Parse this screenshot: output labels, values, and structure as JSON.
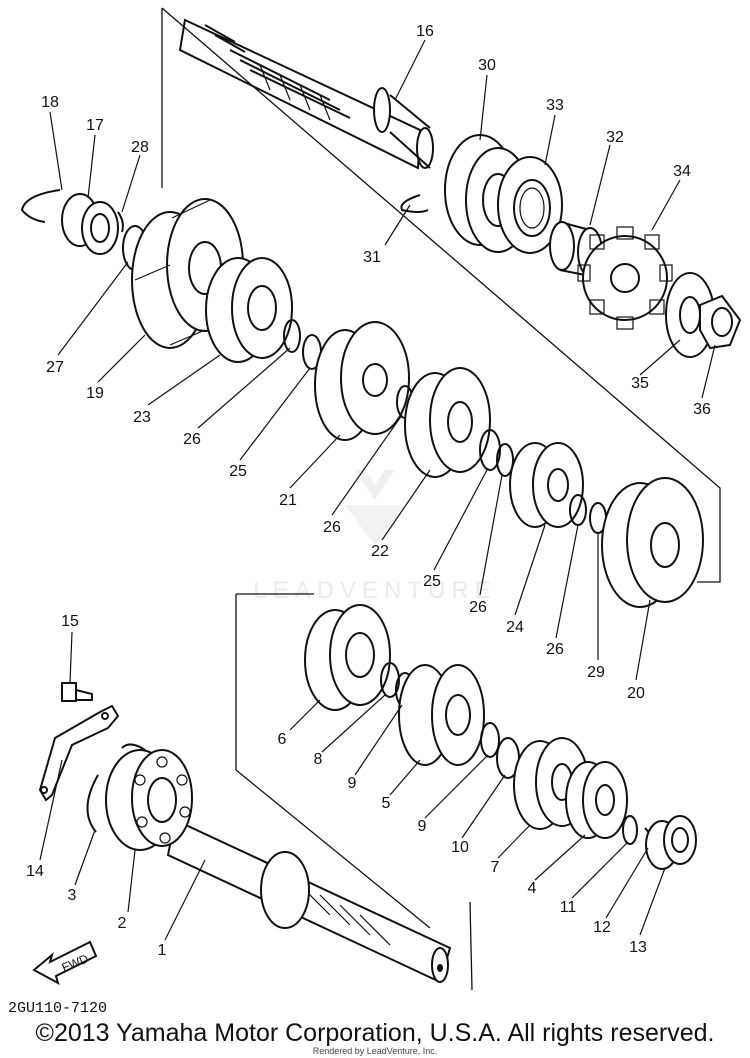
{
  "diagram": {
    "parts": [
      {
        "id": "part-1",
        "label": "1"
      },
      {
        "id": "part-2",
        "label": "2"
      },
      {
        "id": "part-3",
        "label": "3"
      },
      {
        "id": "part-4",
        "label": "4"
      },
      {
        "id": "part-5",
        "label": "5"
      },
      {
        "id": "part-6",
        "label": "6"
      },
      {
        "id": "part-7",
        "label": "7"
      },
      {
        "id": "part-8",
        "label": "8"
      },
      {
        "id": "part-9a",
        "label": "9"
      },
      {
        "id": "part-9b",
        "label": "9"
      },
      {
        "id": "part-10",
        "label": "10"
      },
      {
        "id": "part-11",
        "label": "11"
      },
      {
        "id": "part-12",
        "label": "12"
      },
      {
        "id": "part-13",
        "label": "13"
      },
      {
        "id": "part-14",
        "label": "14"
      },
      {
        "id": "part-15",
        "label": "15"
      },
      {
        "id": "part-16",
        "label": "16"
      },
      {
        "id": "part-17",
        "label": "17"
      },
      {
        "id": "part-18",
        "label": "18"
      },
      {
        "id": "part-19",
        "label": "19"
      },
      {
        "id": "part-20",
        "label": "20"
      },
      {
        "id": "part-21",
        "label": "21"
      },
      {
        "id": "part-22",
        "label": "22"
      },
      {
        "id": "part-23",
        "label": "23"
      },
      {
        "id": "part-24",
        "label": "24"
      },
      {
        "id": "part-25a",
        "label": "25"
      },
      {
        "id": "part-25b",
        "label": "25"
      },
      {
        "id": "part-26a",
        "label": "26"
      },
      {
        "id": "part-26b",
        "label": "26"
      },
      {
        "id": "part-26c",
        "label": "26"
      },
      {
        "id": "part-26d",
        "label": "26"
      },
      {
        "id": "part-27",
        "label": "27"
      },
      {
        "id": "part-28",
        "label": "28"
      },
      {
        "id": "part-29",
        "label": "29"
      },
      {
        "id": "part-30",
        "label": "30"
      },
      {
        "id": "part-31",
        "label": "31"
      },
      {
        "id": "part-32",
        "label": "32"
      },
      {
        "id": "part-33",
        "label": "33"
      },
      {
        "id": "part-34",
        "label": "34"
      },
      {
        "id": "part-35",
        "label": "35"
      },
      {
        "id": "part-36",
        "label": "36"
      }
    ],
    "fwd_label": "FWD",
    "reference_code": "2GU110-7120",
    "watermark": "LEADVENTURE"
  },
  "footer": {
    "copyright": "©2013 Yamaha Motor Corporation, U.S.A. All rights reserved.",
    "rendered_by": "Rendered by LeadVenture, Inc."
  }
}
